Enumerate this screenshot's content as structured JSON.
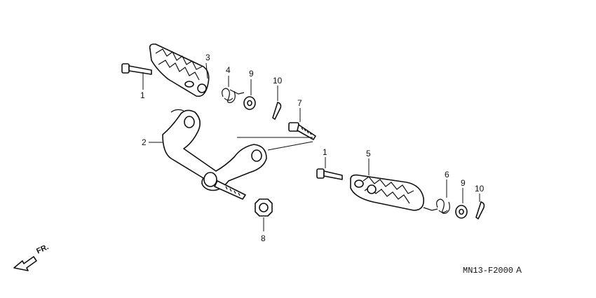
{
  "diagram": {
    "callouts": [
      {
        "id": "c1a",
        "text": "1"
      },
      {
        "id": "c3",
        "text": "3"
      },
      {
        "id": "c4",
        "text": "4"
      },
      {
        "id": "c9a",
        "text": "9"
      },
      {
        "id": "c10a",
        "text": "10"
      },
      {
        "id": "c7",
        "text": "7"
      },
      {
        "id": "c2",
        "text": "2"
      },
      {
        "id": "c1b",
        "text": "1"
      },
      {
        "id": "c5",
        "text": "5"
      },
      {
        "id": "c6",
        "text": "6"
      },
      {
        "id": "c9b",
        "text": "9"
      },
      {
        "id": "c10b",
        "text": "10"
      },
      {
        "id": "c8",
        "text": "8"
      }
    ],
    "direction_label": "FR.",
    "diagram_code": "MN13-F2000",
    "diagram_suffix": "A"
  }
}
